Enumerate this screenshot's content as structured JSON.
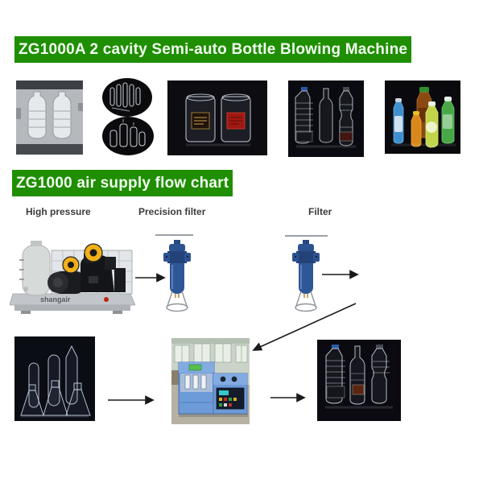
{
  "banners": {
    "main_title": "ZG1000A 2 cavity Semi-auto Bottle Blowing Machine",
    "flow_title": "ZG1000 air supply flow chart",
    "bg_color": "#1f8e00",
    "text_color": "#f1fdf1"
  },
  "flow_labels": {
    "high_pressure": "High pressure",
    "precision_filter": "Precision filter",
    "filter": "Filter"
  },
  "compressor": {
    "brand_text": "shangair"
  },
  "accent_colors": {
    "filter_blue": "#2d4f8e",
    "machine_blue": "#6d9bd8",
    "photo_black": "#0b0c11",
    "arrow_black": "#1a1a1a",
    "pulley_yellow": "#f0b018"
  }
}
